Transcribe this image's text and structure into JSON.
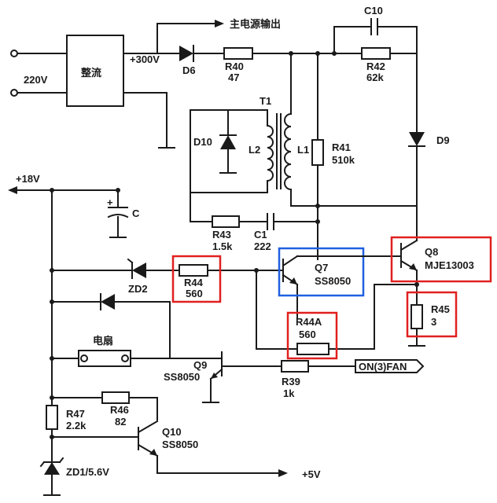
{
  "labels": {
    "main_out": "主电源输出",
    "c10": "C10",
    "v300": "+300V",
    "v220": "220V",
    "rectifier": "整流",
    "d6": "D6",
    "r40": "R40",
    "r40_val": "47",
    "r42": "R42",
    "r42_val": "62k",
    "t1": "T1",
    "d10": "D10",
    "l2": "L2",
    "l1": "L1",
    "r41": "R41",
    "r41_val": "510k",
    "d9": "D9",
    "v18": "+18V",
    "c": "C",
    "r43": "R43",
    "r43_val": "1.5k",
    "c1": "C1",
    "c1_val": "222",
    "q7": "Q7",
    "q7_type": "SS8050",
    "q8": "Q8",
    "q8_type": "MJE13003",
    "zd2": "ZD2",
    "r44": "R44",
    "r44_val": "560",
    "r45": "R45",
    "r45_val": "3",
    "r44a": "R44A",
    "r44a_val": "560",
    "fan": "电扇",
    "q9": "Q9",
    "q9_type": "SS8050",
    "r39": "R39",
    "r39_val": "1k",
    "on_fan": "ON(3)FAN",
    "r47": "R47",
    "r47_val": "2.2k",
    "r46": "R46",
    "r46_val": "82",
    "q10": "Q10",
    "q10_type": "SS8050",
    "zd1": "ZD1/5.6V",
    "v5": "+5V"
  },
  "colors": {
    "highlight_red": "#e02020",
    "highlight_blue": "#2060e0"
  }
}
